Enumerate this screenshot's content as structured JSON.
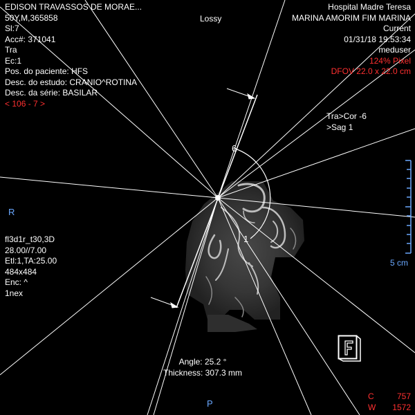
{
  "patient": {
    "name": "EDISON TRAVASSOS DE MORAE...",
    "demo": "50Y,M,365858",
    "slice": "Sl:7",
    "acc": "Acc#: 371041",
    "plane": "Tra",
    "ec": "Ec:1",
    "position": "Pos. do paciente: HFS",
    "study": "Desc. do estudo: CRANIO^ROTINA",
    "series": "Desc. da série: BASILAR",
    "nav": "< 106 - 7 >"
  },
  "compression": "Lossy",
  "institution": {
    "hospital": "Hospital Madre Teresa",
    "physician": "MARINA AMORIM FIM MARINA",
    "status": "Current",
    "datetime": "01/31/18 19:53:34",
    "user": "meduser",
    "zoom": "124% Pixel",
    "dfov": "DFOV 22.0 x 22.0 cm"
  },
  "crossref": {
    "line1": "Tra>Cor  -6",
    "line2": ">Sag  1"
  },
  "acquisition": {
    "sequence": "fl3d1r_t30,3D",
    "tr_te": "28.00//7.00",
    "etl": "Etl:1,TA:25.00",
    "matrix": "484x484",
    "enc": "Enc: ^",
    "nex": "1nex"
  },
  "orientation": {
    "left": "R",
    "bottom": "P"
  },
  "measurement": {
    "angle": "Angle: 25.2 °",
    "thickness": "Thickness: 307.3 mm"
  },
  "scale": {
    "label": "5 cm"
  },
  "markers": {
    "six": "6",
    "one": "1"
  },
  "window": {
    "c_label": "C",
    "c_value": "757",
    "w_label": "W",
    "w_value": "1572"
  },
  "colors": {
    "overlay_text": "#ffffff",
    "alert_text": "#ff3030",
    "orientation": "#6aa8ff",
    "ref_lines": "#ffffff"
  }
}
